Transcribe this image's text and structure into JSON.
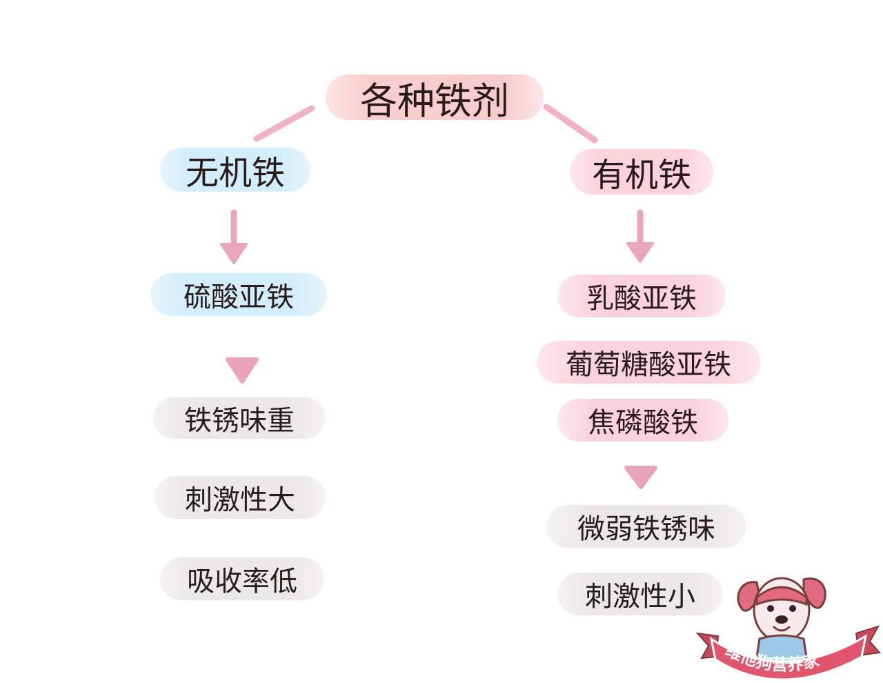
{
  "title": "各种铁剂",
  "left": {
    "category": "无机铁",
    "example": "硫酸亚铁",
    "traits": [
      "铁锈味重",
      "刺激性大",
      "吸收率低"
    ]
  },
  "right": {
    "category": "有机铁",
    "examples": [
      "乳酸亚铁",
      "葡萄糖酸亚铁",
      "焦磷酸铁"
    ],
    "traits": [
      "微弱铁锈味",
      "刺激性小"
    ]
  },
  "watermark": "维他狗营养家",
  "colors": {
    "connector": "#f0b3c6",
    "arrow": "#eaa7bc",
    "text": "#2a1b1b",
    "ribbon": "#e0576d"
  }
}
